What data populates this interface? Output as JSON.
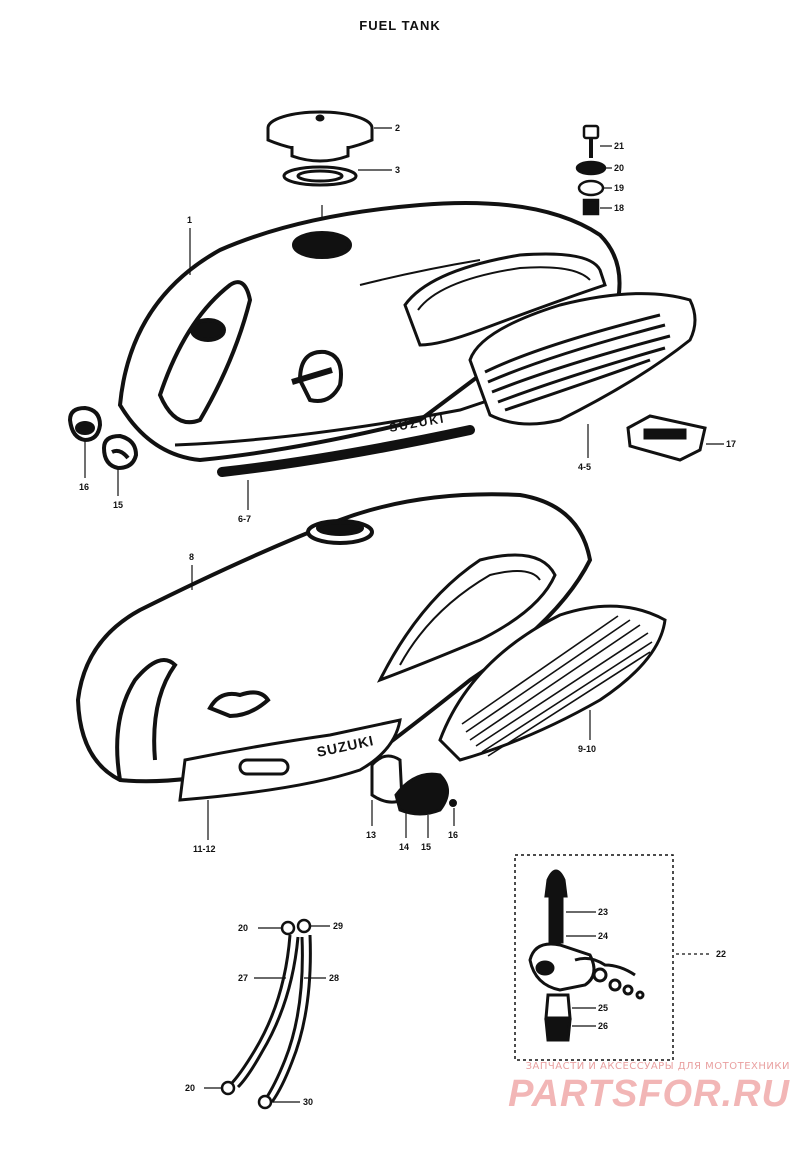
{
  "title": "FUEL TANK",
  "labels": {
    "p1": "1",
    "p2": "2",
    "p3": "3",
    "p21": "21",
    "p20a": "20",
    "p19a": "19",
    "p18a": "18",
    "p4_5": "4-5",
    "p17": "17",
    "p16": "16",
    "p15": "15",
    "p6_7": "6-7",
    "p8": "8",
    "p9_10": "9-10",
    "p11_12": "11-12",
    "p13": "13",
    "p14": "14",
    "p15b": "15",
    "p16b": "16",
    "p22": "22",
    "p23": "23",
    "p24": "24",
    "p25": "25",
    "p26": "26",
    "p20b": "20",
    "p29": "29",
    "p27": "27",
    "p28": "28",
    "p20c": "20",
    "p30": "30"
  },
  "emblems": {
    "top": "SUZUKI",
    "bottom": "SUZUKI"
  },
  "watermark": {
    "top": "ЗАПЧАСТИ И АКСЕССУАРЫ ДЛЯ МОТОТЕХНИКИ",
    "logo": "PARTSFOR.RU"
  }
}
